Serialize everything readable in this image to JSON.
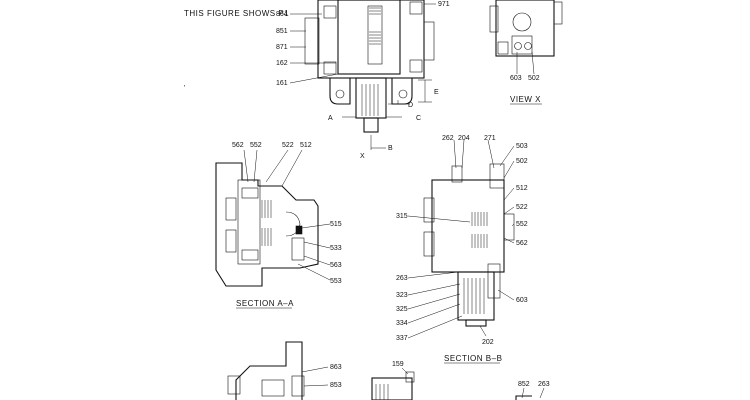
{
  "note": "THIS FIGURE SHOWS  P1",
  "views": {
    "top": {
      "callouts": [
        "864",
        "851",
        "871",
        "162",
        "161",
        "971"
      ],
      "markers": [
        "A",
        "B",
        "C",
        "D",
        "E",
        "X"
      ]
    },
    "view_x": {
      "title": "VIEW  X",
      "callouts": [
        "603",
        "502"
      ]
    },
    "section_aa": {
      "title": "SECTION  A–A",
      "callouts": [
        "562",
        "552",
        "522",
        "512",
        "515",
        "533",
        "563",
        "553"
      ]
    },
    "section_bb": {
      "title": "SECTION  B–B",
      "callouts": [
        "262",
        "204",
        "271",
        "503",
        "502",
        "512",
        "522",
        "552",
        "562",
        "315",
        "263",
        "323",
        "325",
        "334",
        "337",
        "202",
        "603"
      ]
    },
    "lower_left": {
      "callouts": [
        "863",
        "853"
      ]
    },
    "lower_right": {
      "callouts": [
        "159",
        "852",
        "263"
      ]
    }
  }
}
